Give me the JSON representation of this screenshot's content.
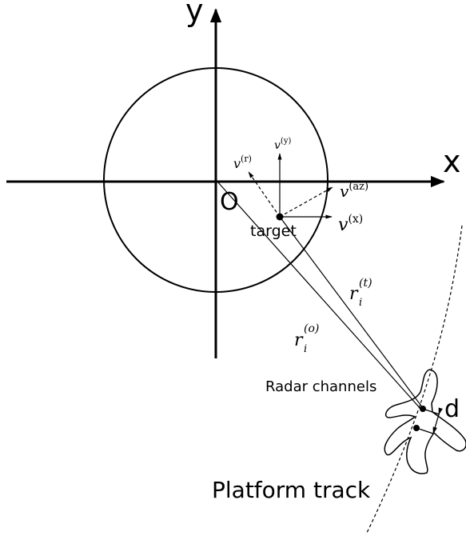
{
  "axes": {
    "x_label": "x",
    "y_label": "y",
    "origin_label": "O"
  },
  "target": {
    "label": "target",
    "vectors": {
      "radial": {
        "base": "v",
        "sup": "(r)"
      },
      "y": {
        "base": "v",
        "sup": "(y)"
      },
      "azimuth": {
        "base": "v",
        "sup": "(az)"
      },
      "x": {
        "base": "v",
        "sup": "(x)"
      }
    }
  },
  "ranges": {
    "r_t": {
      "base": "r",
      "sub": "i",
      "sup": "(t)"
    },
    "r_o": {
      "base": "r",
      "sub": "i",
      "sup": "(o)"
    }
  },
  "radar": {
    "channels_label": "Radar channels",
    "spacing_label": "d"
  },
  "platform_track_label": "Platform track"
}
